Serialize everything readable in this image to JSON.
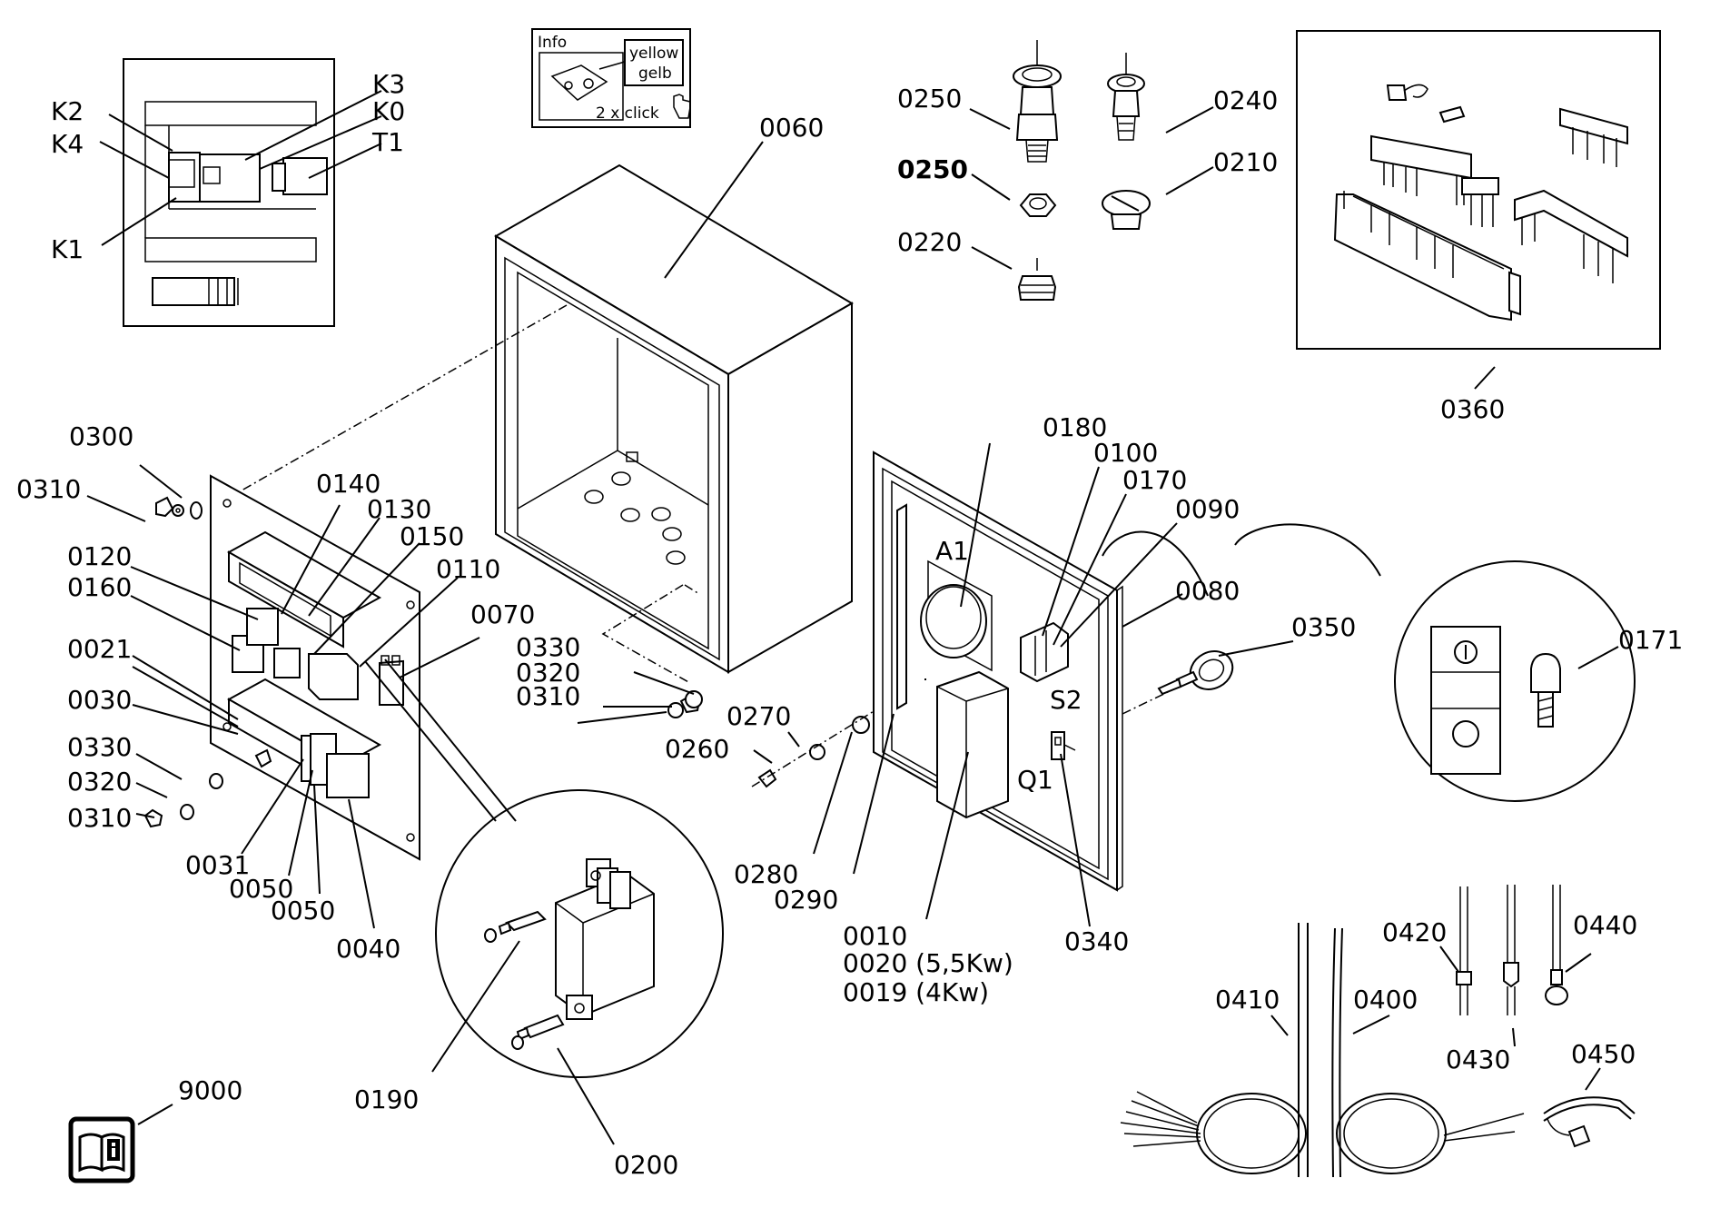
{
  "inset_kmodule": {
    "labels": [
      "K2",
      "K4",
      "K1",
      "K3",
      "K0",
      "T1"
    ]
  },
  "info_box": {
    "title": "Info",
    "color_en": "yellow",
    "color_de": "gelb",
    "action": "2 x click"
  },
  "parts": [
    {
      "id": "0060",
      "text": "0060"
    },
    {
      "id": "0250",
      "text": "0250"
    },
    {
      "id": "0250b",
      "text": "0250",
      "bold": true
    },
    {
      "id": "0220",
      "text": "0220"
    },
    {
      "id": "0240",
      "text": "0240"
    },
    {
      "id": "0210",
      "text": "0210"
    },
    {
      "id": "0360",
      "text": "0360"
    },
    {
      "id": "0300",
      "text": "0300"
    },
    {
      "id": "0310a",
      "text": "0310"
    },
    {
      "id": "0140",
      "text": "0140"
    },
    {
      "id": "0130",
      "text": "0130"
    },
    {
      "id": "0150",
      "text": "0150"
    },
    {
      "id": "0120",
      "text": "0120"
    },
    {
      "id": "0110",
      "text": "0110"
    },
    {
      "id": "0160",
      "text": "0160"
    },
    {
      "id": "0070",
      "text": "0070"
    },
    {
      "id": "0021",
      "text": "0021"
    },
    {
      "id": "0030",
      "text": "0030"
    },
    {
      "id": "0330a",
      "text": "0330"
    },
    {
      "id": "0320a",
      "text": "0320"
    },
    {
      "id": "0310b",
      "text": "0310"
    },
    {
      "id": "0031",
      "text": "0031"
    },
    {
      "id": "0050a",
      "text": "0050"
    },
    {
      "id": "0050b",
      "text": "0050"
    },
    {
      "id": "0040",
      "text": "0040"
    },
    {
      "id": "0330b",
      "text": "0330"
    },
    {
      "id": "0320b",
      "text": "0320"
    },
    {
      "id": "0310c",
      "text": "0310"
    },
    {
      "id": "0270",
      "text": "0270"
    },
    {
      "id": "0260",
      "text": "0260"
    },
    {
      "id": "0280",
      "text": "0280"
    },
    {
      "id": "0290",
      "text": "0290"
    },
    {
      "id": "0180",
      "text": "0180"
    },
    {
      "id": "0100",
      "text": "0100"
    },
    {
      "id": "0170",
      "text": "0170"
    },
    {
      "id": "0090",
      "text": "0090"
    },
    {
      "id": "0080",
      "text": "0080"
    },
    {
      "id": "0350",
      "text": "0350"
    },
    {
      "id": "0171",
      "text": "0171"
    },
    {
      "id": "0340",
      "text": "0340"
    },
    {
      "id": "0010",
      "text": "0010"
    },
    {
      "id": "0020",
      "text": "0020  (5,5Kw)"
    },
    {
      "id": "0019",
      "text": "0019  (4Kw)"
    },
    {
      "id": "0190",
      "text": "0190"
    },
    {
      "id": "0200",
      "text": "0200"
    },
    {
      "id": "9000",
      "text": "9000"
    },
    {
      "id": "0410",
      "text": "0410"
    },
    {
      "id": "0400",
      "text": "0400"
    },
    {
      "id": "0420",
      "text": "0420"
    },
    {
      "id": "0430",
      "text": "0430"
    },
    {
      "id": "0440",
      "text": "0440"
    },
    {
      "id": "0450",
      "text": "0450"
    }
  ],
  "component_marks": {
    "a1": "A1",
    "s2": "S2",
    "q1": "Q1"
  }
}
